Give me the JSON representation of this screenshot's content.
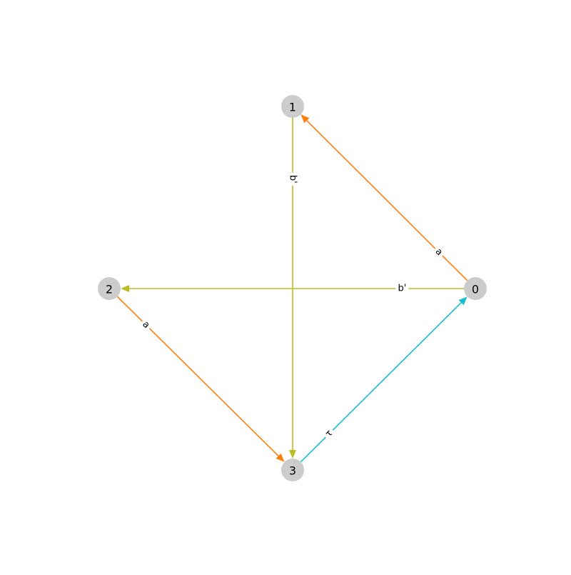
{
  "colors": {
    "node_fill": "#cccccc",
    "edge_orange": "#ff7f0e",
    "edge_olive": "#bcbd22",
    "edge_cyan": "#17becf",
    "label_bg": "#ffffff"
  },
  "nodes": [
    {
      "id": "0",
      "label": "0"
    },
    {
      "id": "1",
      "label": "1"
    },
    {
      "id": "2",
      "label": "2"
    },
    {
      "id": "3",
      "label": "3"
    }
  ],
  "edges": [
    {
      "from": "0",
      "to": "1",
      "label": "a",
      "color": "#ff7f0e"
    },
    {
      "from": "0",
      "to": "2",
      "label": "b'",
      "color": "#bcbd22"
    },
    {
      "from": "1",
      "to": "3",
      "label": "b'",
      "color": "#bcbd22"
    },
    {
      "from": "2",
      "to": "3",
      "label": "a",
      "color": "#ff7f0e"
    },
    {
      "from": "3",
      "to": "0",
      "label": "τ",
      "color": "#17becf"
    }
  ]
}
